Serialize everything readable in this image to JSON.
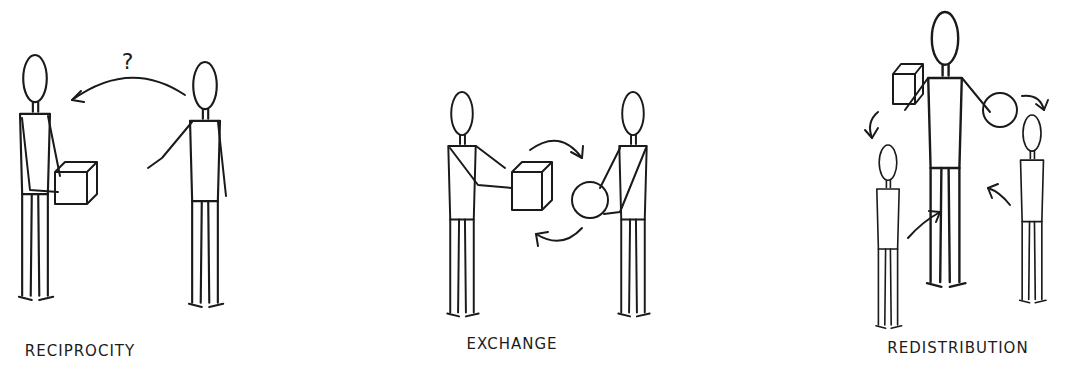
{
  "diagram": {
    "labels": [
      "?",
      "RECIPROCITY",
      "EXCHANGE",
      "REDISTRIBUTION"
    ]
  }
}
